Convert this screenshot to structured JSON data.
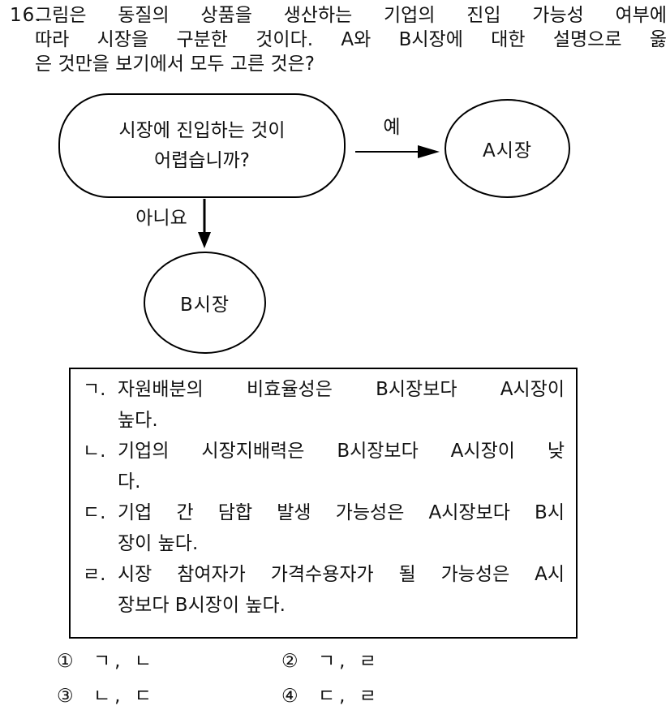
{
  "question": {
    "number": "16.",
    "lines": [
      "그림은 동질의 상품을 생산하는 기업의 진입 가능성 여부에",
      "따라 시장을 구분한 것이다. A와 B시장에 대한 설명으로 옳",
      "은 것만을 보기에서 모두 고른 것은?"
    ]
  },
  "flowchart": {
    "decision": {
      "line1": "시장에 진입하는 것이",
      "line2": "어렵습니까?"
    },
    "yes_label": "예",
    "no_label": "아니요",
    "node_a": "A시장",
    "node_b": "B시장"
  },
  "options_box": {
    "items": [
      {
        "marker": "ㄱ.",
        "line1": "자원배분의 비효율성은 B시장보다 A시장이",
        "line2": "높다."
      },
      {
        "marker": "ㄴ.",
        "line1": "기업의 시장지배력은 B시장보다 A시장이 낮",
        "line2": "다."
      },
      {
        "marker": "ㄷ.",
        "line1": "기업 간 담합 발생 가능성은 A시장보다 B시",
        "line2": "장이 높다."
      },
      {
        "marker": "ㄹ.",
        "line1": "시장 참여자가 가격수용자가 될 가능성은 A시",
        "line2": "장보다 B시장이 높다."
      }
    ]
  },
  "choices": [
    {
      "num": "①",
      "label": "ㄱ, ㄴ"
    },
    {
      "num": "②",
      "label": "ㄱ, ㄹ"
    },
    {
      "num": "③",
      "label": "ㄴ, ㄷ"
    },
    {
      "num": "④",
      "label": "ㄷ, ㄹ"
    }
  ],
  "colors": {
    "ink": "#121212",
    "border": "#000000",
    "background": "#ffffff"
  }
}
